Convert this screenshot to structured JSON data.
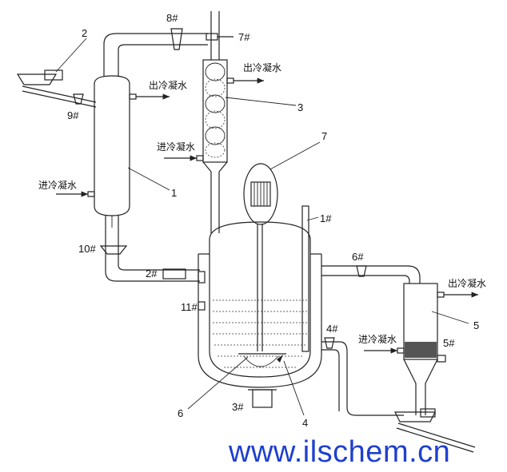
{
  "labels": {
    "n1": "1",
    "n2": "2",
    "n3": "3",
    "n4": "4",
    "n5": "5",
    "n6": "6",
    "n7": "7",
    "p1": "1#",
    "p2": "2#",
    "p3": "3#",
    "p4": "4#",
    "p5": "5#",
    "p6": "6#",
    "p7": "7#",
    "p8": "8#",
    "p9": "9#",
    "p10": "10#",
    "p11": "11#"
  },
  "water": {
    "out_top": "出冷凝水",
    "out_c1": "出冷凝水",
    "in_c3": "进冷凝水",
    "in_c1": "进冷凝水",
    "out_c5": "出冷凝水",
    "in_c5": "进冷凝水"
  },
  "watermark": "www.ilschem.cn"
}
